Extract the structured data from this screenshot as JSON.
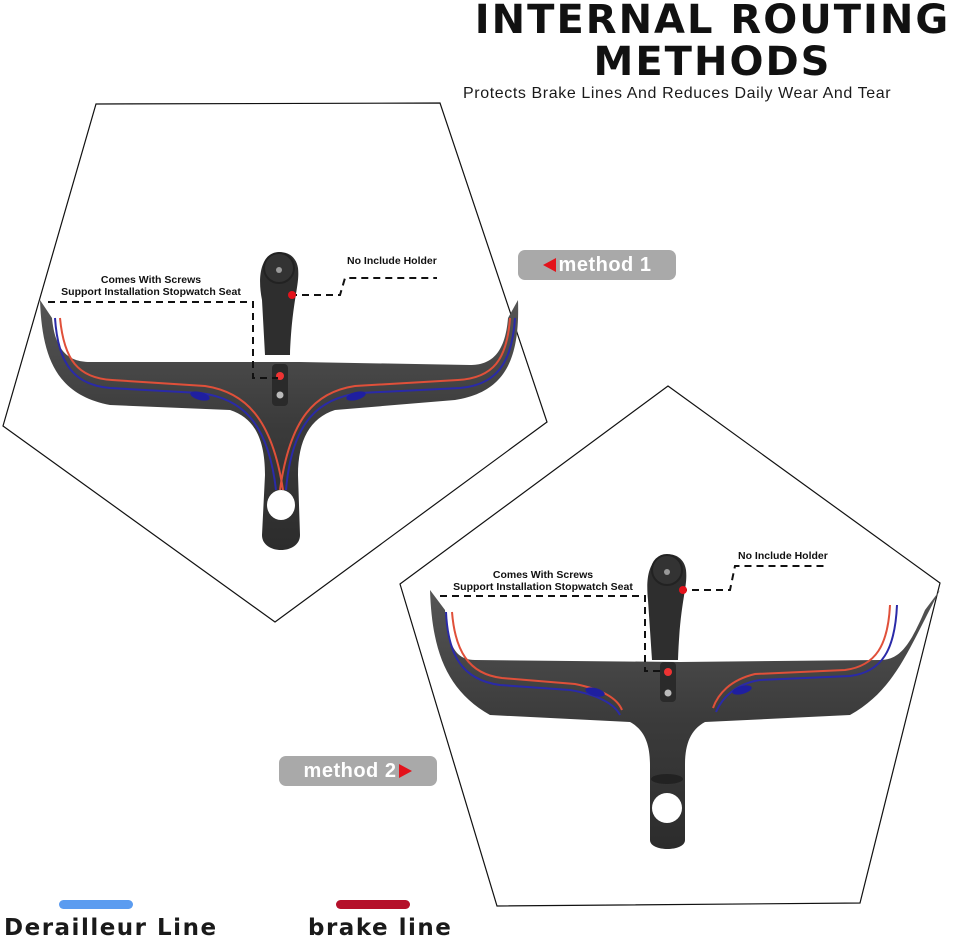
{
  "header": {
    "title_line1": "INTERNAL ROUTING",
    "title_line2": "METHODS",
    "subtitle": "Protects Brake Lines And Reduces Daily Wear And Tear"
  },
  "method1": {
    "label": "method 1",
    "arrow": "left",
    "note_left_line1": "Comes With Screws",
    "note_left_line2": "Support Installation Stopwatch Seat",
    "note_right": "No Include Holder"
  },
  "method2": {
    "label": "method 2",
    "arrow": "right",
    "note_left_line1": "Comes With Screws",
    "note_left_line2": "Support Installation Stopwatch Seat",
    "note_right": "No Include Holder"
  },
  "legend": {
    "derailleur": {
      "label": "Derailleur Line",
      "color": "#5b9cf0"
    },
    "brake": {
      "label": "brake line",
      "color": "#b5102a"
    }
  },
  "colors": {
    "badge_bg": "#a9a9a9",
    "arrow_red": "#e3121b",
    "bar_dark": "#3a3a3a",
    "cable_blue": "#2a2aa8",
    "cable_red": "#e0503a"
  }
}
